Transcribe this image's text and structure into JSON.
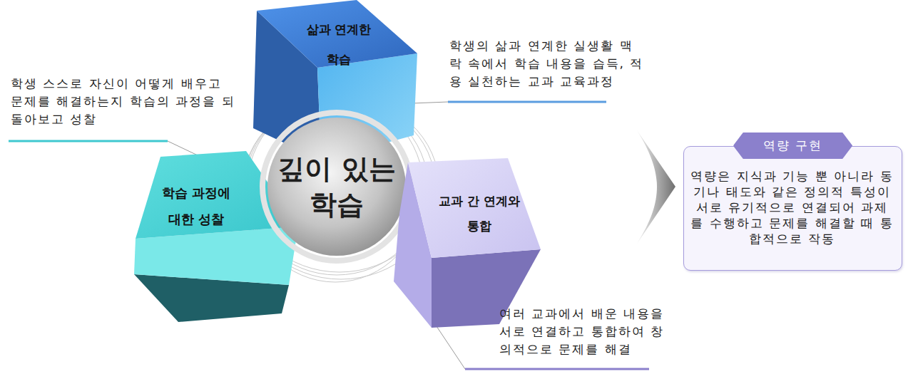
{
  "diagram": {
    "nodes": [
      {
        "text": [
          "삶과 연계한 학습"
        ]
      },
      {
        "text": [
          "학습 과정에 대한 성찰"
        ]
      },
      {
        "text": [
          "깊이 있는 학습"
        ]
      },
      {
        "text": [
          "교과 간 연계와 통합"
        ]
      },
      {
        "text": [
          "역량 구현",
          "역량은 지식과 기능 뿐 아니라 동기나 태도와 같은 정의적 특성이 서로 유기적으로 연결되어 과제를 수행하고 문제를 해결할 때 통합적으로 작동"
        ]
      }
    ],
    "labels": [
      "학생의 삶과 연계한 실생활 맥락 속에서 학습 내용을 습득, 적용 실천하는 교과 교육과정",
      "학생 스스로 자신이 어떻게 배우고 문제를 해결하는지 학습의 과정을 되돌아보고 성찰",
      "여러 교과에서 배운 내용을 서로 연결하고 통합하여 창의적으로 문제를 해결"
    ]
  }
}
